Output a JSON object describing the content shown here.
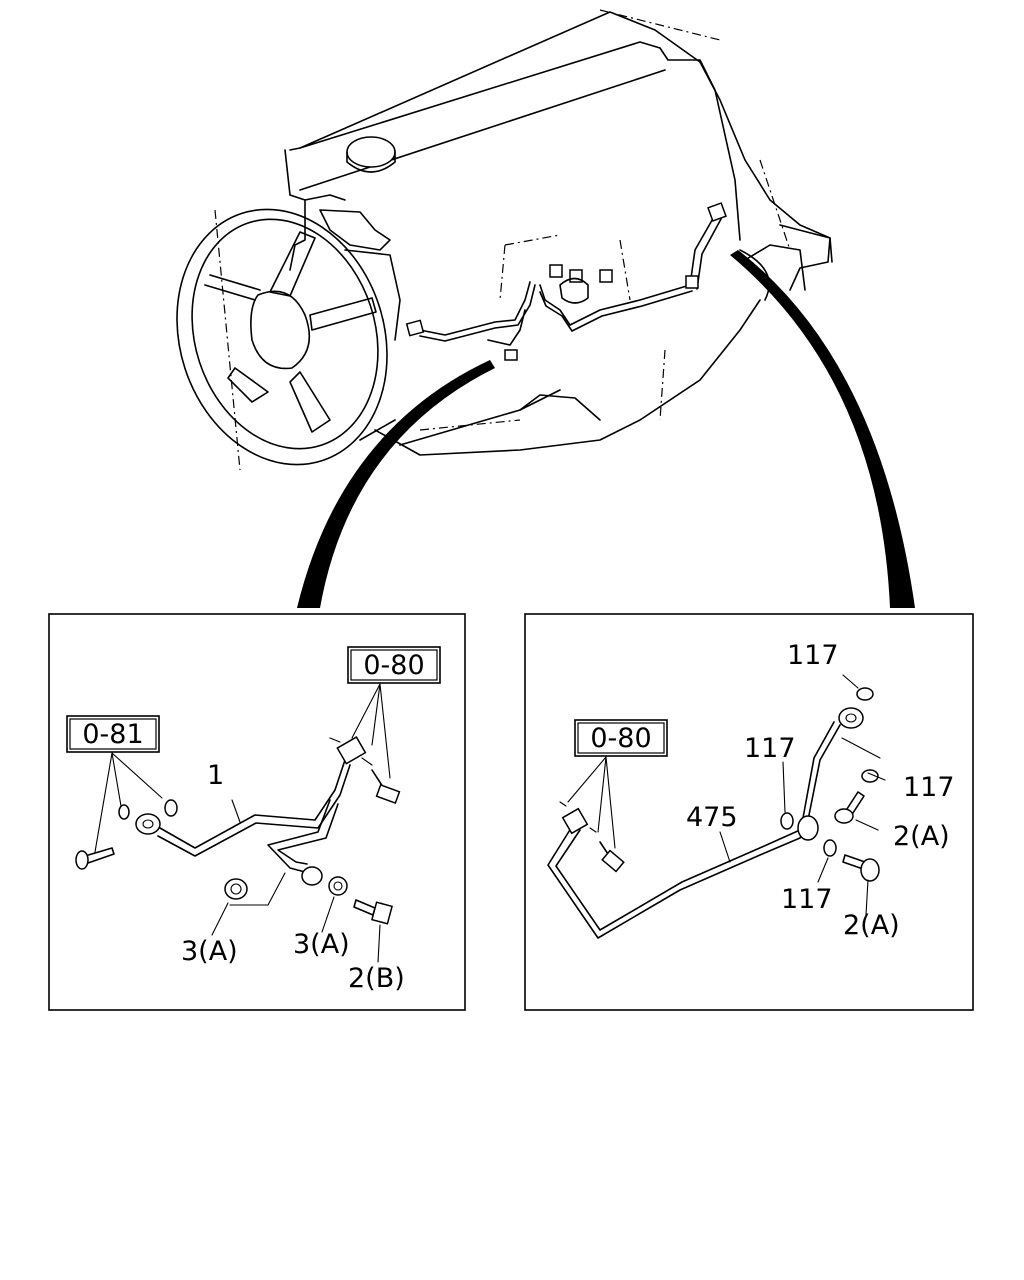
{
  "left_panel": {
    "ref_top": "0-80",
    "ref_left": "0-81",
    "callouts": {
      "pipe": "1",
      "washer_a": "3(A)",
      "washer_b": "3(A)",
      "bolt": "2(B)"
    }
  },
  "right_panel": {
    "ref": "0-80",
    "callouts": {
      "gasket_top": "117",
      "gasket_mid": "117",
      "gasket_right": "117",
      "gasket_low": "117",
      "pipe": "475",
      "bolt_upper": "2(A)",
      "bolt_lower": "2(A)"
    }
  },
  "icons": [
    "engine-illustration",
    "oil-pipe-assembly",
    "eye-bolt",
    "washer",
    "bolt"
  ]
}
